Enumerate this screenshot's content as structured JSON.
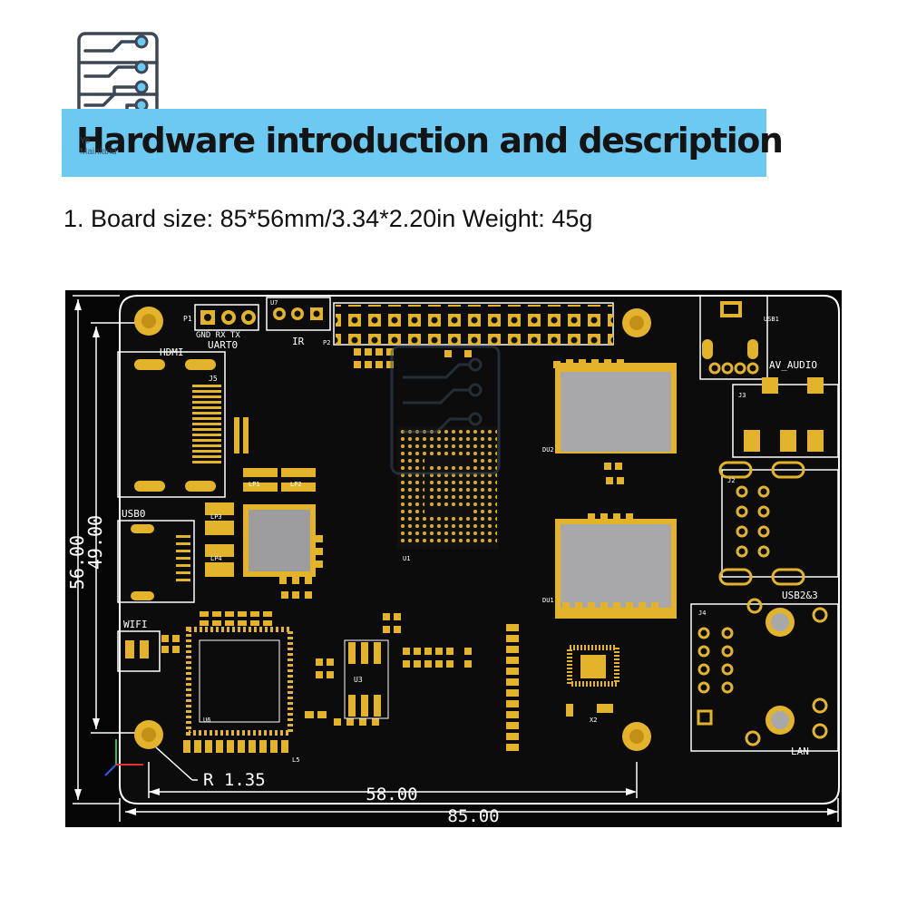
{
  "header": {
    "title": "Hardware introduction and description",
    "logo_text": [
      "Ye",
      "Mainland"
    ]
  },
  "spec": {
    "line": "1. Board size: 85*56mm/3.34*2.20in Weight: 45g"
  },
  "board": {
    "silkscreen": {
      "p1": "P1",
      "uart_pins": "GND RX TX",
      "uart": "UART0",
      "u7": "U7",
      "ir": "IR",
      "p2": "P2",
      "hdmi": "HDMI",
      "j5": "J5",
      "usb0": "USB0",
      "wifi": "WIFI",
      "usb1": "USB1",
      "av_audio": "AV_AUDIO",
      "j3": "J3",
      "j2": "J2",
      "usb2": "USB2&3",
      "j4": "J4",
      "lan": "LAN",
      "lp1": "LP1",
      "lp2": "LP2",
      "lp3": "LP3",
      "lp4": "LP4",
      "u1": "U1",
      "u6": "U6",
      "u3": "U3",
      "du1": "DU1",
      "du2": "DU2",
      "x2": "X2",
      "l5": "L5"
    },
    "dimensions": {
      "height_outer": "56.00",
      "height_inner": "49.00",
      "radius": "R 1.35",
      "hole_span": "58.00",
      "width": "85.00"
    }
  },
  "colors": {
    "banner": "#6ccaf2",
    "board": "#0c0c0c",
    "gold": "#e2b32b",
    "chip": "#a8a8aa",
    "silk": "#ffffff"
  }
}
